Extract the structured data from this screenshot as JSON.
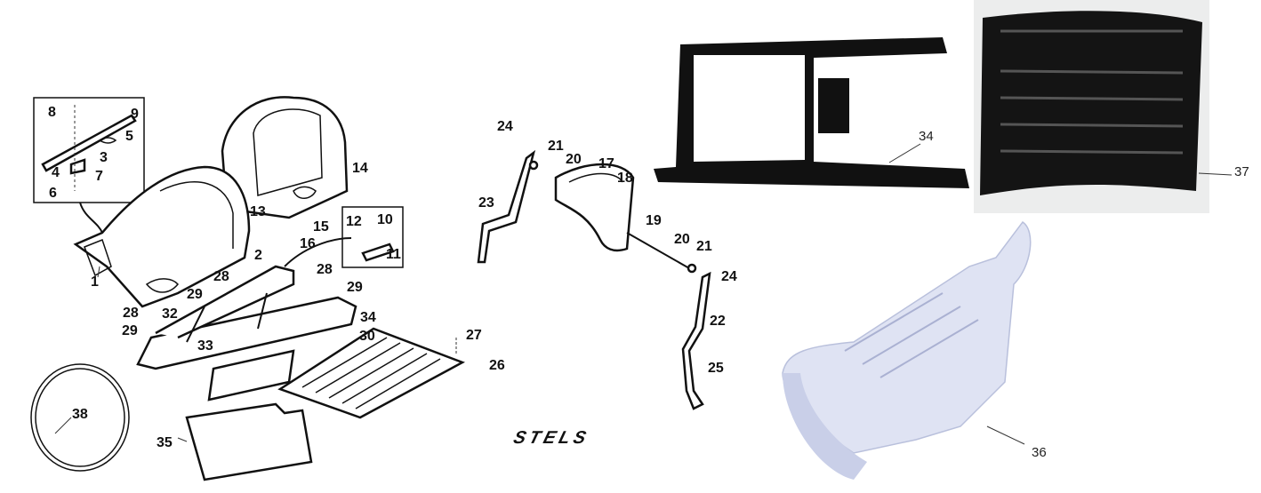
{
  "diagram": {
    "brand_logo": "STELS",
    "callouts_left": [
      "8",
      "9",
      "5",
      "3",
      "4",
      "7",
      "6",
      "14",
      "13",
      "2",
      "15",
      "16",
      "12",
      "10",
      "11",
      "28",
      "29",
      "1",
      "28",
      "29",
      "32",
      "28",
      "29",
      "33",
      "34",
      "30",
      "27",
      "26",
      "35",
      "38"
    ],
    "callouts_middle": [
      "24",
      "21",
      "20",
      "17",
      "18",
      "23",
      "19",
      "20",
      "21",
      "24",
      "22",
      "25"
    ],
    "callouts_photos": [
      "34",
      "37",
      "36"
    ]
  }
}
